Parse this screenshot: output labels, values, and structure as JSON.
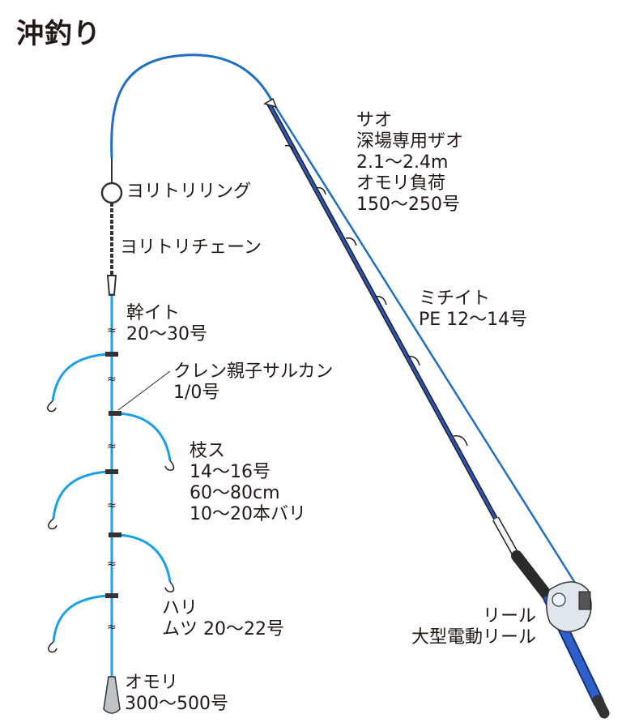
{
  "title": "沖釣り",
  "colors": {
    "line_blue": "#1f6fc4",
    "leader_blue": "#1aa0e8",
    "rod_blue": "#2b56b8",
    "text": "#231815",
    "grip": "#3a3a3a"
  },
  "labels": {
    "rod": {
      "lines": [
        "サオ",
        "深場専用ザオ",
        "2.1〜2.4m",
        "オモリ負荷",
        "150〜250号"
      ]
    },
    "mainline": {
      "lines": [
        "ミチイト",
        "PE 12〜14号"
      ]
    },
    "reel": {
      "lines": [
        "リール",
        "大型電動リール"
      ]
    },
    "yoritori_ring": {
      "lines": [
        "ヨリトリリング"
      ]
    },
    "yoritori_chain": {
      "lines": [
        "ヨリトリチェーン"
      ]
    },
    "trunk_line": {
      "lines": [
        "幹イト",
        "20〜30号"
      ]
    },
    "swivel": {
      "lines": [
        "クレン親子サルカン",
        "1/0号"
      ]
    },
    "branch_line": {
      "lines": [
        "枝ス",
        "14〜16号",
        "60〜80cm",
        "10〜20本バリ"
      ]
    },
    "hook": {
      "lines": [
        "ハリ",
        "ムツ 20〜22号"
      ]
    },
    "sinker": {
      "lines": [
        "オモリ",
        "300〜500号"
      ]
    }
  }
}
